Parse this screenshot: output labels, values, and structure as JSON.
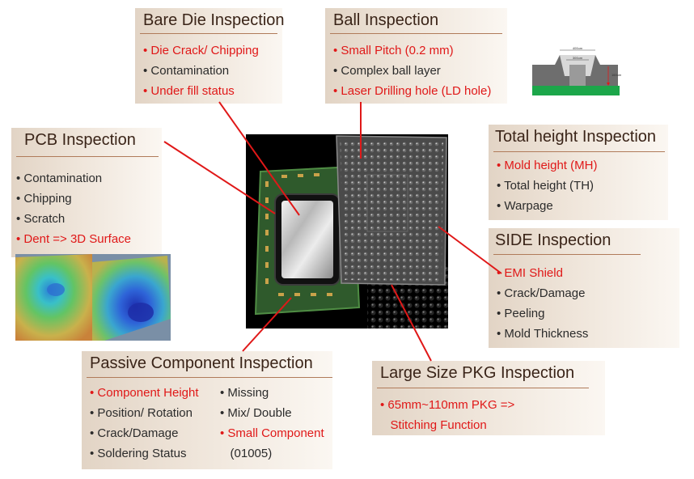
{
  "bare_die": {
    "title": "Bare Die Inspection",
    "items": [
      "Die Crack/ Chipping",
      "Contamination",
      "Under fill status"
    ]
  },
  "ball": {
    "title": "Ball Inspection",
    "items": [
      "Small Pitch (0.2 mm)",
      "Complex ball layer",
      "Laser Drilling hole (LD hole)"
    ]
  },
  "pcb": {
    "title": "PCB Inspection",
    "items": [
      "Contamination",
      "Chipping",
      "Scratch",
      "Dent => 3D Surface"
    ]
  },
  "total_height": {
    "title": "Total height Inspection",
    "items": [
      "Mold height (MH)",
      "Total height (TH)",
      "Warpage"
    ]
  },
  "side": {
    "title": "SIDE Inspection",
    "items": [
      "EMI Shield",
      "Crack/Damage",
      "Peeling",
      "Mold Thickness"
    ]
  },
  "passive": {
    "title": "Passive Component Inspection",
    "col1": [
      "Component Height",
      "Position/ Rotation",
      "Crack/Damage",
      "Soldering Status"
    ],
    "col2": [
      "Missing",
      "Mix/ Double",
      "Small Component",
      "(01005)"
    ]
  },
  "large_pkg": {
    "title": "Large Size PKG Inspection",
    "items": [
      "65mm~110mm  PKG =>",
      "Stitching Function"
    ]
  },
  "profile_labels": {
    "top": "400um",
    "mid": "300um",
    "side": "160um"
  },
  "colors": {
    "highlight_text": "#e01818",
    "callout_line": "#e01818",
    "title_text": "#3a2418",
    "box_rule": "#b07b5a",
    "substrate_green": "#2e6b35",
    "pcb_green": "#1ca64a"
  }
}
